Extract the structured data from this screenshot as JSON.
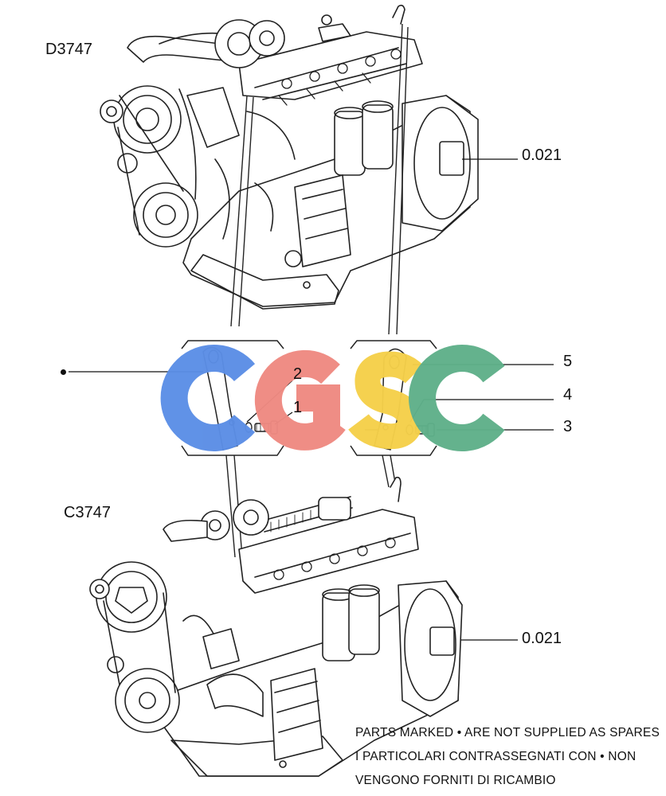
{
  "engine_top": {
    "model": "D3747",
    "group_ref": "0.021"
  },
  "engine_bottom": {
    "model": "C3747",
    "group_ref": "0.021"
  },
  "callouts": [
    "1",
    "2",
    "3",
    "4",
    "5"
  ],
  "watermark": {
    "letters": [
      "C",
      "G",
      "S",
      "C"
    ],
    "colors": [
      "#5b8ee6",
      "#ef8a82",
      "#f5d04a",
      "#5fb08a"
    ]
  },
  "notes": {
    "en": "PARTS MARKED • ARE NOT SUPPLIED AS SPARES",
    "it_line1": "I  PARTICOLARI  CONTRASSEGNATI  CON  •  NON",
    "it_line2": "VENGONO FORNITI DI RICAMBIO"
  }
}
